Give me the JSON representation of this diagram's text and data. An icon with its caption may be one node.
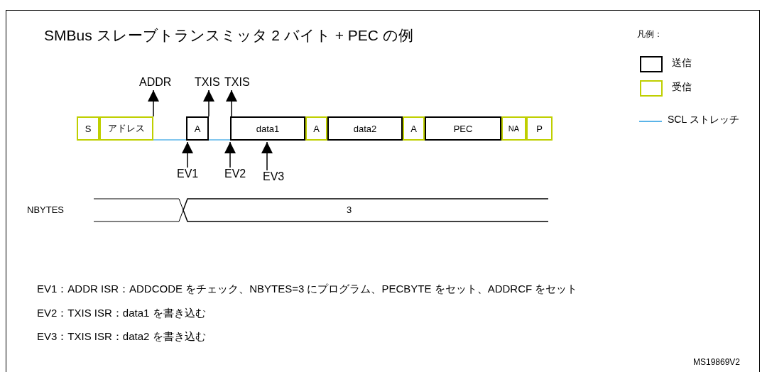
{
  "diagram": {
    "title": "SMBus スレーブトランスミッタ 2 バイト + PEC の例",
    "nodes": [
      {
        "text": [
          "ADDR"
        ]
      },
      {
        "text": [
          "TXIS"
        ]
      },
      {
        "text": [
          "TXIS"
        ]
      },
      {
        "text": [
          "S"
        ]
      },
      {
        "text": [
          "アドレス"
        ]
      },
      {
        "text": [
          "A"
        ]
      },
      {
        "text": [
          "data1"
        ]
      },
      {
        "text": [
          "A"
        ]
      },
      {
        "text": [
          "data2"
        ]
      },
      {
        "text": [
          "A"
        ]
      },
      {
        "text": [
          "PEC"
        ]
      },
      {
        "text": [
          "NA"
        ]
      },
      {
        "text": [
          "P"
        ]
      },
      {
        "text": [
          "EV1"
        ]
      },
      {
        "text": [
          "EV2"
        ]
      },
      {
        "text": [
          "EV3"
        ]
      }
    ],
    "edges": [
      {
        "from": 4,
        "to": 0,
        "arrow": "to"
      },
      {
        "from": 5,
        "to": 1,
        "arrow": "to"
      },
      {
        "from": 6,
        "to": 2,
        "arrow": "to"
      },
      {
        "from": 13,
        "to": 5,
        "arrow": "to"
      },
      {
        "from": 14,
        "to": 6,
        "arrow": "to"
      },
      {
        "from": 15,
        "to": 6,
        "arrow": "to"
      },
      {
        "from": 4,
        "to": 5,
        "arrow": "none",
        "color": "#5bb4e8"
      },
      {
        "from": 5,
        "to": 6,
        "arrow": "none",
        "color": "#5bb4e8"
      }
    ],
    "labels": [
      "凡例：",
      "NBYTES",
      "3",
      "EV1：ADDR ISR：ADDCODE をチェック、NBYTES=3 にプログラム、PECBYTE をセット、ADDRCF をセット",
      "EV2：TXIS ISR：data1 を書き込む",
      "EV3：TXIS ISR：data2 を書き込む",
      "MS19869V2"
    ],
    "legend": [
      {
        "text": "送信"
      },
      {
        "text": "受信"
      },
      {
        "text": "SCL ストレッチ"
      }
    ]
  }
}
